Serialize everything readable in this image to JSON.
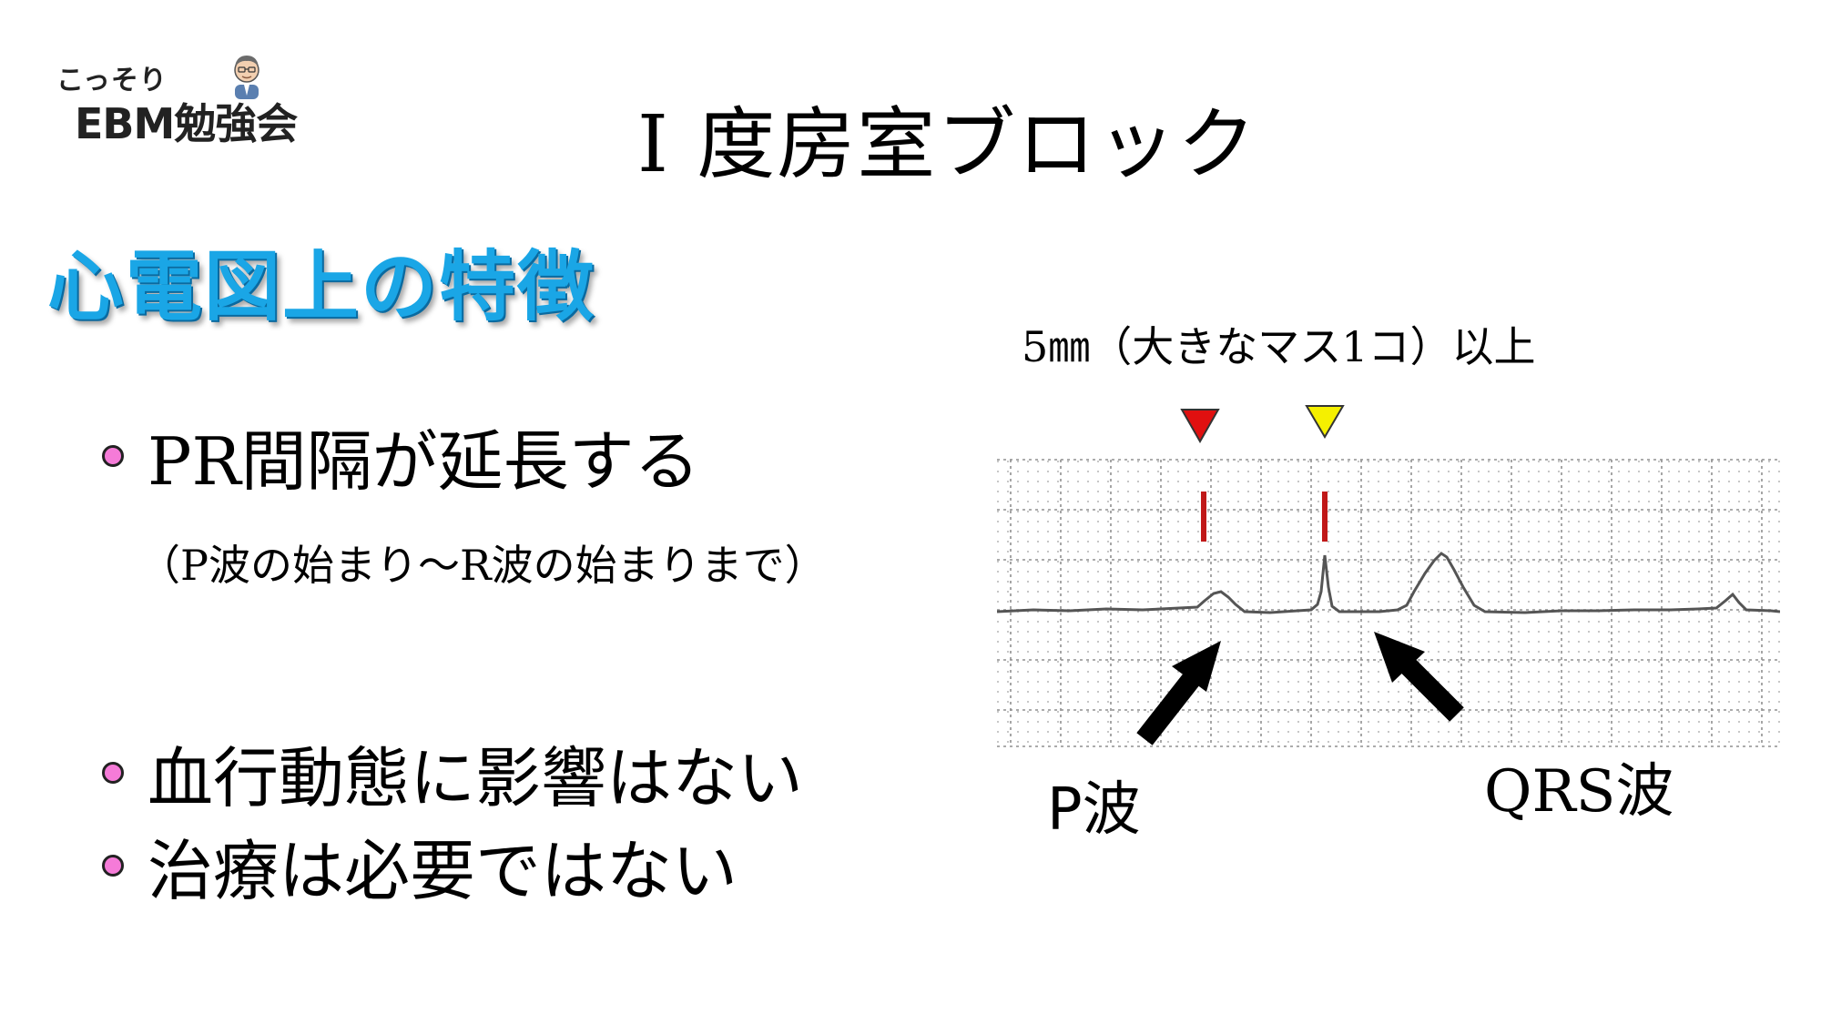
{
  "logo": {
    "top_text": "こっそり",
    "main_text": "EBM勉強会",
    "icon": "person-avatar-icon"
  },
  "slide": {
    "title": "Ⅰ 度房室ブロック",
    "section_heading": "心電図上の特徴",
    "bullets": [
      "PR間隔が延長する",
      "血行動態に影響はない",
      "治療は必要ではない"
    ],
    "note": "（P波の始まり～R波の始まりまで）"
  },
  "ecg_figure": {
    "caption": "5㎜（大きなマス1コ）以上",
    "p_wave_label": "P波",
    "qrs_wave_label": "QRS波",
    "markers": [
      {
        "name": "p-wave-start-marker",
        "color": "#e01010"
      },
      {
        "name": "r-wave-start-marker",
        "color": "#f5f000"
      }
    ],
    "colors": {
      "grid": "#9a9a9a",
      "trace": "#555555",
      "interval_line": "#c01818",
      "arrow": "#000000"
    }
  },
  "colors": {
    "heading": "#1aa6e6",
    "bullet_dot": "#f57bd8"
  }
}
